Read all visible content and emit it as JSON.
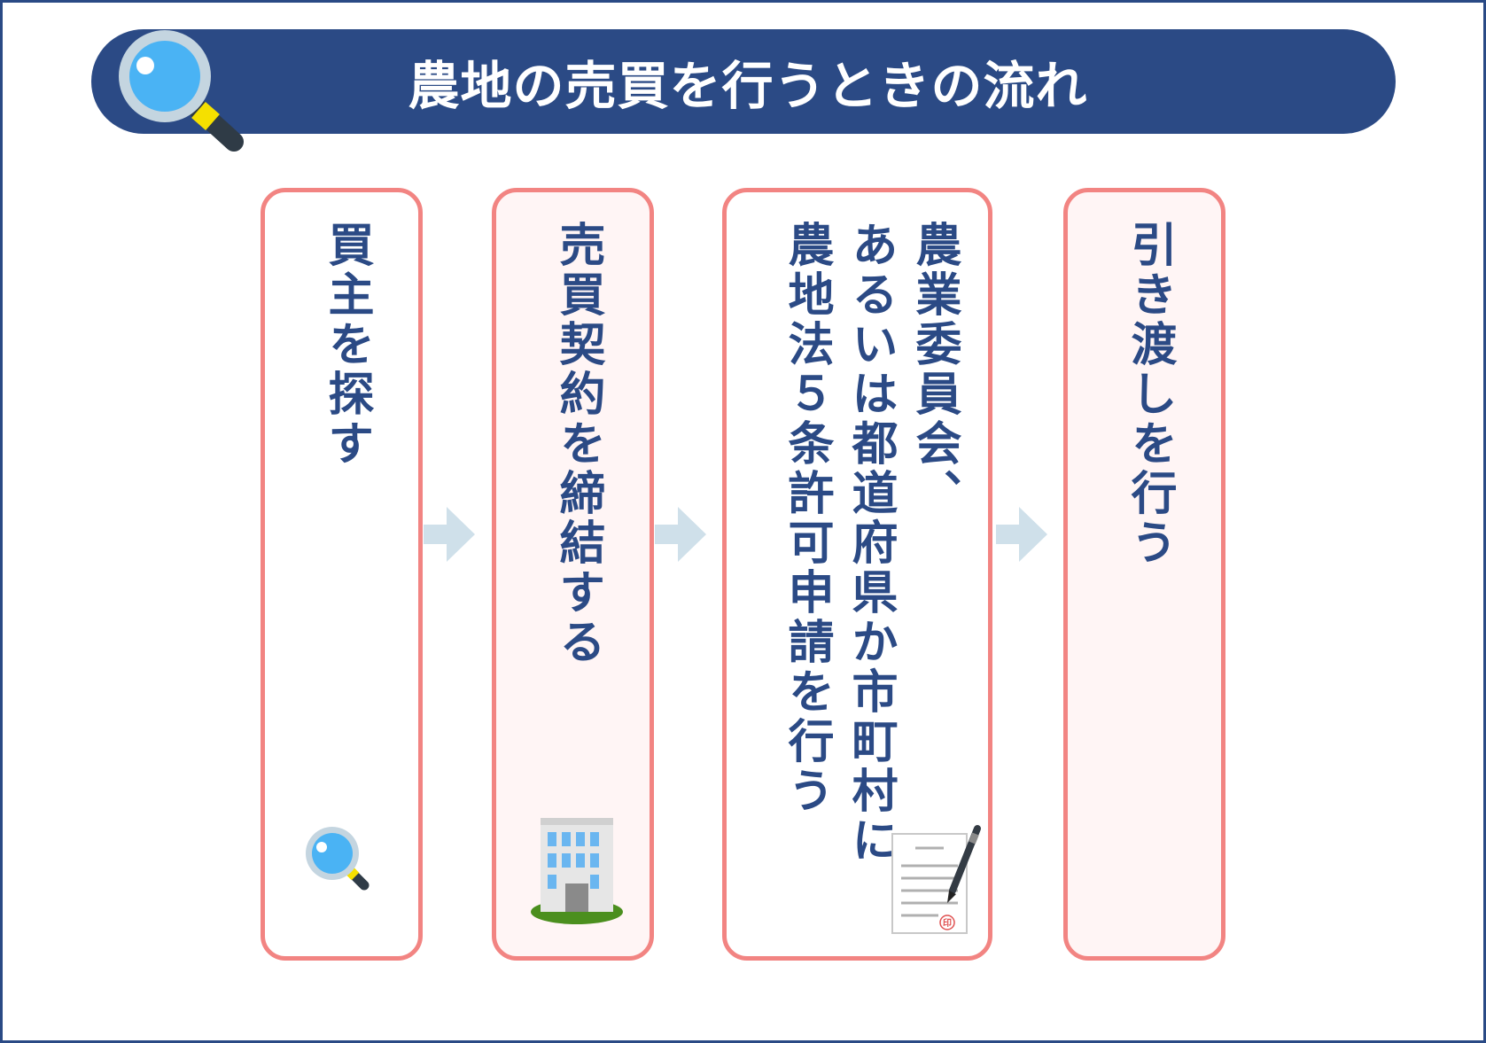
{
  "header": {
    "title": "農地の売買を行うときの流れ",
    "icon": "magnifier-icon"
  },
  "steps": [
    {
      "text": "買主を探す",
      "icon": "magnifier-icon"
    },
    {
      "text": "売買契約を締結する",
      "icon": "office-building-icon"
    },
    {
      "lines": [
        "農業委員会、",
        "あるいは都道府県か市町村に",
        "農地法５条許可申請を行う"
      ],
      "icon": "document-pen-icon",
      "stamp": "印"
    },
    {
      "text": "引き渡しを行う"
    }
  ],
  "colors": {
    "navy": "#2b4a85",
    "card_border": "#f28482",
    "card_pink_bg": "#fff5f5",
    "arrow": "#cfe0ea"
  }
}
